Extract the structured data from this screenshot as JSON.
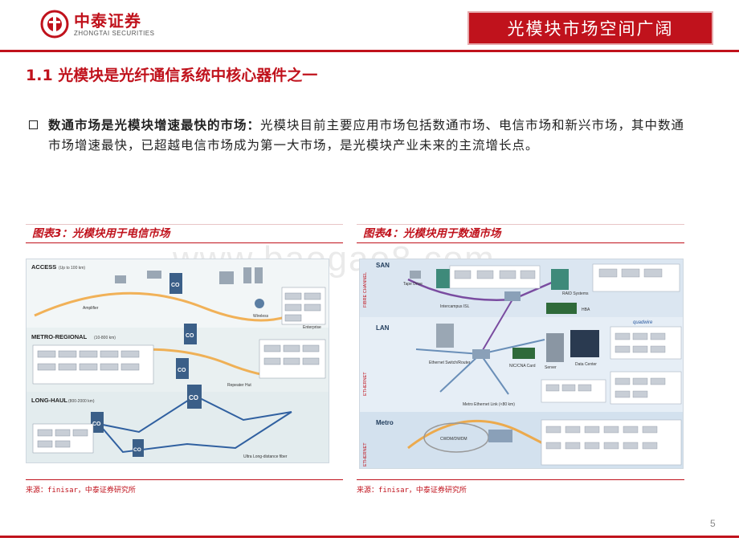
{
  "header": {
    "logo_cn": "中泰证券",
    "logo_en": "ZHONGTAI SECURITIES",
    "title": "光模块市场空间广阔"
  },
  "section": {
    "title": "1.1 光模块是光纤通信系统中核心器件之一"
  },
  "bullet": {
    "lead": "数通市场是光模块增速最快的市场：",
    "body": "光模块目前主要应用市场包括数通市场、电信市场和新兴市场，其中数通市场增速最快，已超越电信市场成为第一大市场，是光模块产业未来的主流增长点。"
  },
  "figure_left": {
    "title": "图表3：光模块用于电信市场",
    "source": "来源：finisar，中泰证券研究所",
    "labels": {
      "access": "ACCESS",
      "access_sub": "(Up to 100 km)",
      "metro": "METRO-REGIONAL",
      "metro_sub": "(10-800 km)",
      "longhaul": "LONG-HAUL",
      "longhaul_sub": "(800-2000 km)",
      "co": "CO",
      "amplifier": "Amplifier",
      "wireless": "Wireless",
      "enterprise": "Enterprise",
      "repeater": "Repeater Hut",
      "ultra": "Ultra Long-distance fiber"
    }
  },
  "figure_right": {
    "title": "图表4：光模块用于数通市场",
    "source": "来源：finisar，中泰证券研究所",
    "labels": {
      "san": "SAN",
      "lan": "LAN",
      "metro": "Metro",
      "fibre_channel": "FIBRE CHANNEL",
      "ethernet": "ETHERNET",
      "raid": "RAID Systems",
      "hba": "HBA",
      "intercampus": "Intercampus ISL",
      "tape": "Tape Drive",
      "switch": "Ethernet Switch/Router",
      "server": "Server",
      "datacenter": "Data Center",
      "nic": "NIC/CNA Card",
      "metro_eth": "Metro Ethernet Link (<80 km)",
      "cwdm": "CWDM/DWDM",
      "quad": "quadwire"
    }
  },
  "watermark": "www.baogao8.com",
  "page_number": "5",
  "colors": {
    "brand_red": "#c0121c",
    "figure_bg_left": "#eef3f4",
    "figure_bg_right": "#e3ecf5"
  }
}
